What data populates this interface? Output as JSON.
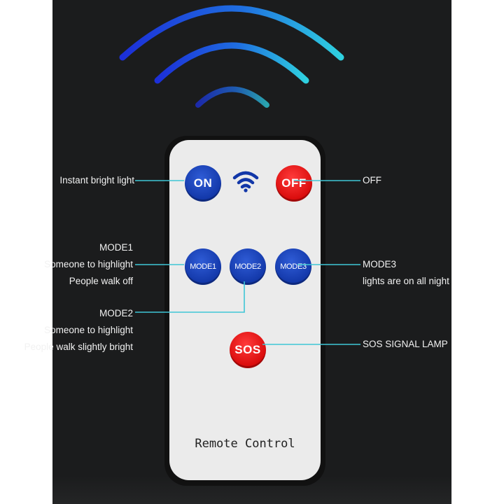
{
  "remote": {
    "buttons": {
      "on": "ON",
      "off": "OFF",
      "mode1": "MODE1",
      "mode2": "MODE2",
      "mode3": "MODE3",
      "sos": "SOS"
    },
    "label": "Remote Control"
  },
  "annotations": {
    "on": "Instant bright light",
    "off": "OFF",
    "mode1": [
      "MODE1",
      "Someone to highlight",
      "People walk off"
    ],
    "mode2": [
      "MODE2",
      "Someone to highlight",
      "People walk slightly bright"
    ],
    "mode3": [
      "MODE3",
      "lights are on all night"
    ],
    "sos": "SOS SIGNAL LAMP"
  },
  "colors": {
    "background": "#1b1c1d",
    "button_blue": "#1237a8",
    "button_red": "#d90b0b",
    "leader_line": "#3fc6d6"
  }
}
